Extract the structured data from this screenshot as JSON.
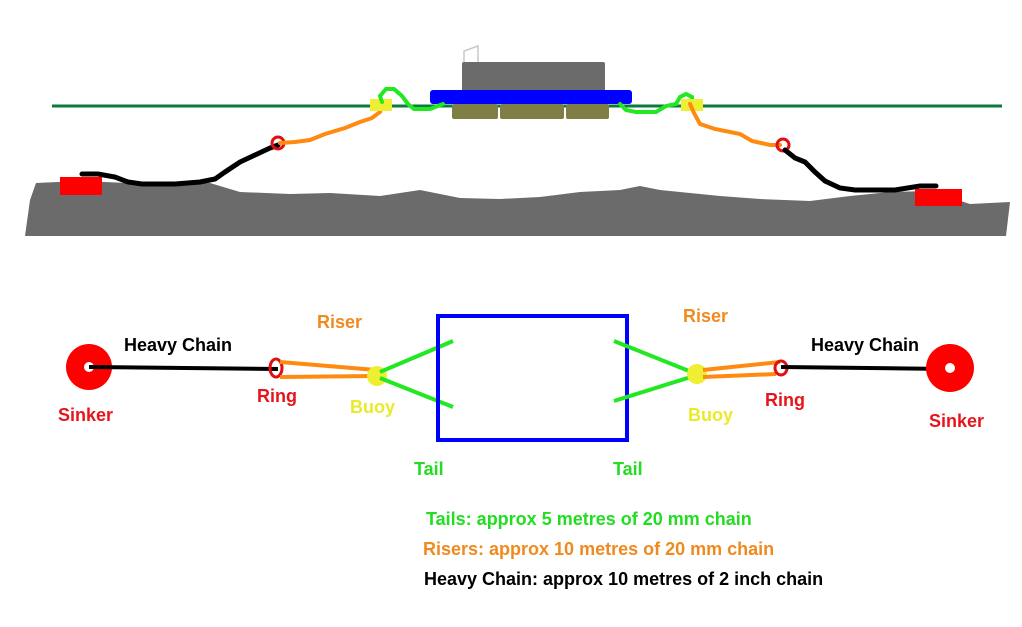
{
  "colors": {
    "water_line": "#0b7a3e",
    "seabed": "#6b6b6b",
    "sinker": "#ff0000",
    "heavy_chain": "#000000",
    "ring": "#e01010",
    "riser": "#ff8a10",
    "buoy": "#eeee33",
    "tail": "#22e822",
    "pontoon_deck": "#0000ff",
    "cabin": "#6b6b6b",
    "floats": "#7f7f45",
    "mast": "#c8c8c8"
  },
  "plan_view": {
    "labels": {
      "left_sinker": "Sinker",
      "left_heavy_chain": "Heavy Chain",
      "left_ring": "Ring",
      "left_riser": "Riser",
      "left_buoy": "Buoy",
      "left_tail": "Tail",
      "right_tail": "Tail",
      "right_riser": "Riser",
      "right_buoy": "Buoy",
      "right_ring": "Ring",
      "right_heavy_chain": "Heavy Chain",
      "right_sinker": "Sinker"
    }
  },
  "legend": {
    "tails": "Tails: approx 5 metres of 20 mm chain",
    "risers": "Risers: approx 10 metres of 20 mm chain",
    "heavy_chain": "Heavy Chain: approx 10 metres of 2 inch chain"
  }
}
